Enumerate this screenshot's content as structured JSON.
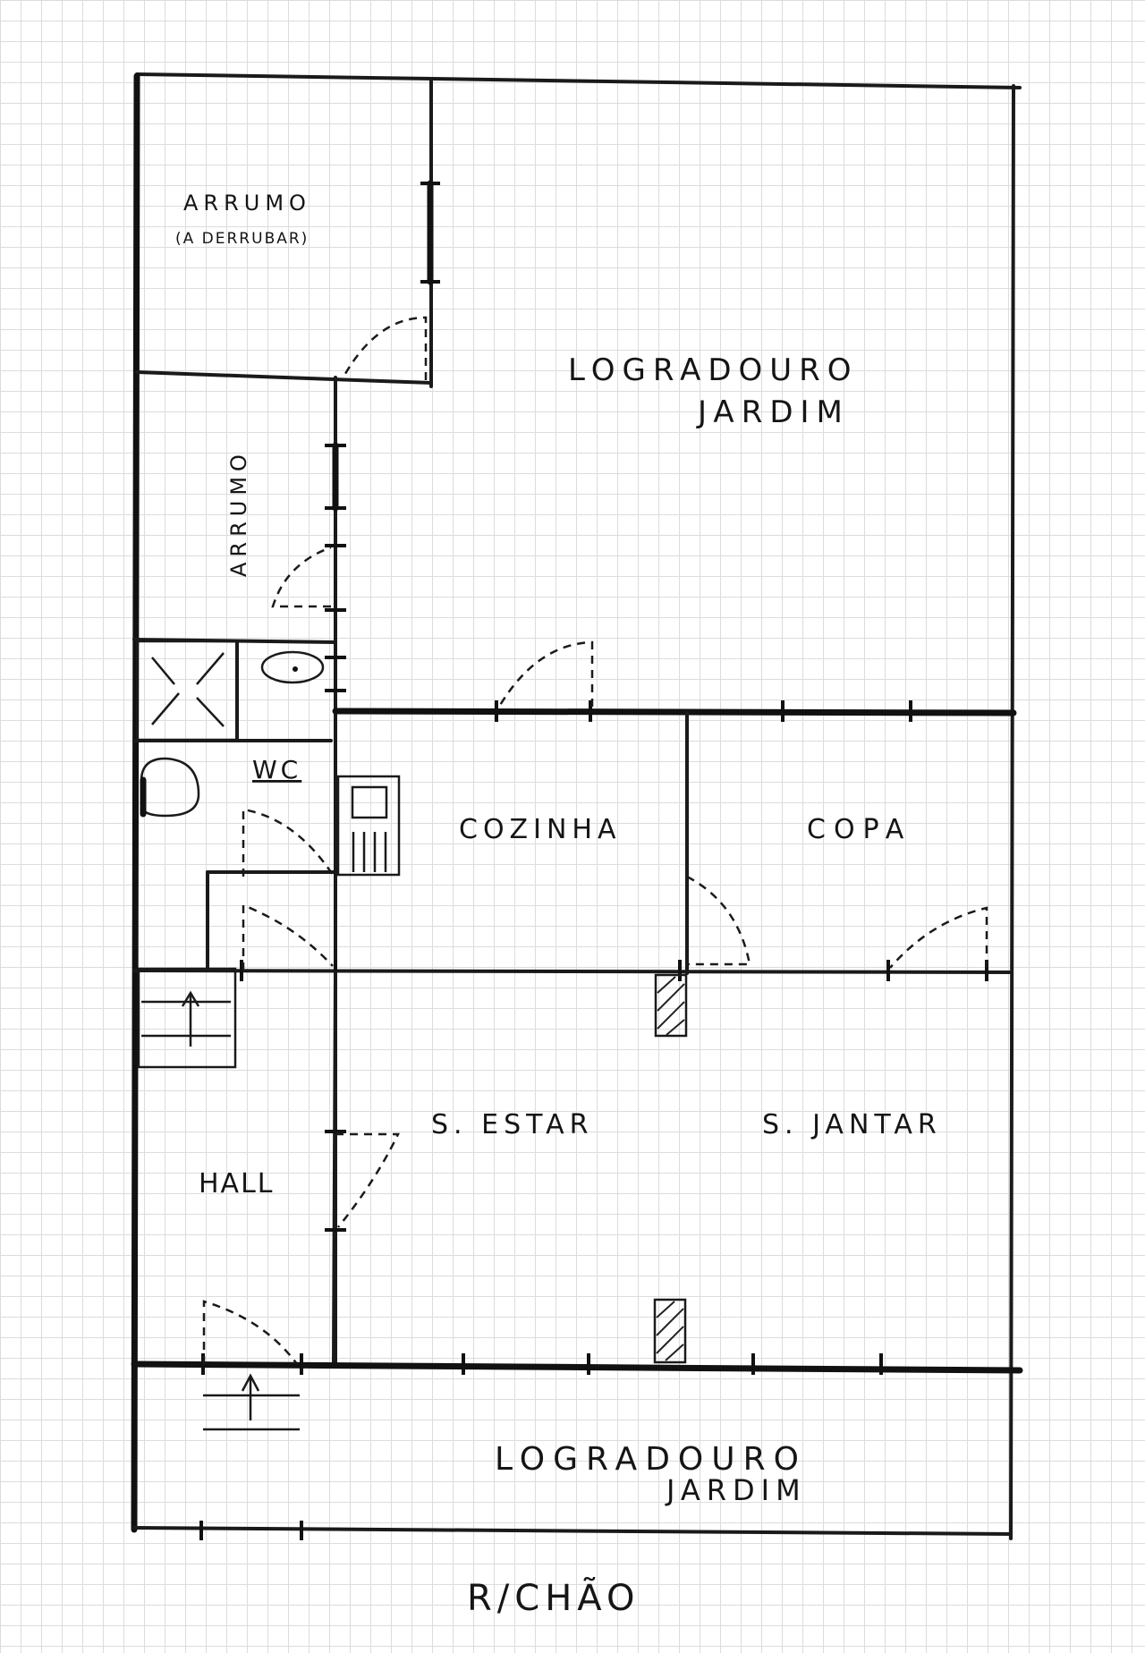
{
  "labels": {
    "arrumo_top": "ARRUMO",
    "arrumo_top_sub": "(A DERRUBAR)",
    "logradouro_top": "LOGRADOURO",
    "jardim_top": "JARDIM",
    "arrumo_side": "ARRUMO",
    "wc": "WC",
    "cozinha": "COZINHA",
    "copa": "COPA",
    "estar": "S. ESTAR",
    "jantar": "S. JANTAR",
    "hall": "HALL",
    "logradouro_bottom": "LOGRADOURO",
    "jardim_bottom": "JARDIM",
    "floor": "R/CHÃO"
  }
}
